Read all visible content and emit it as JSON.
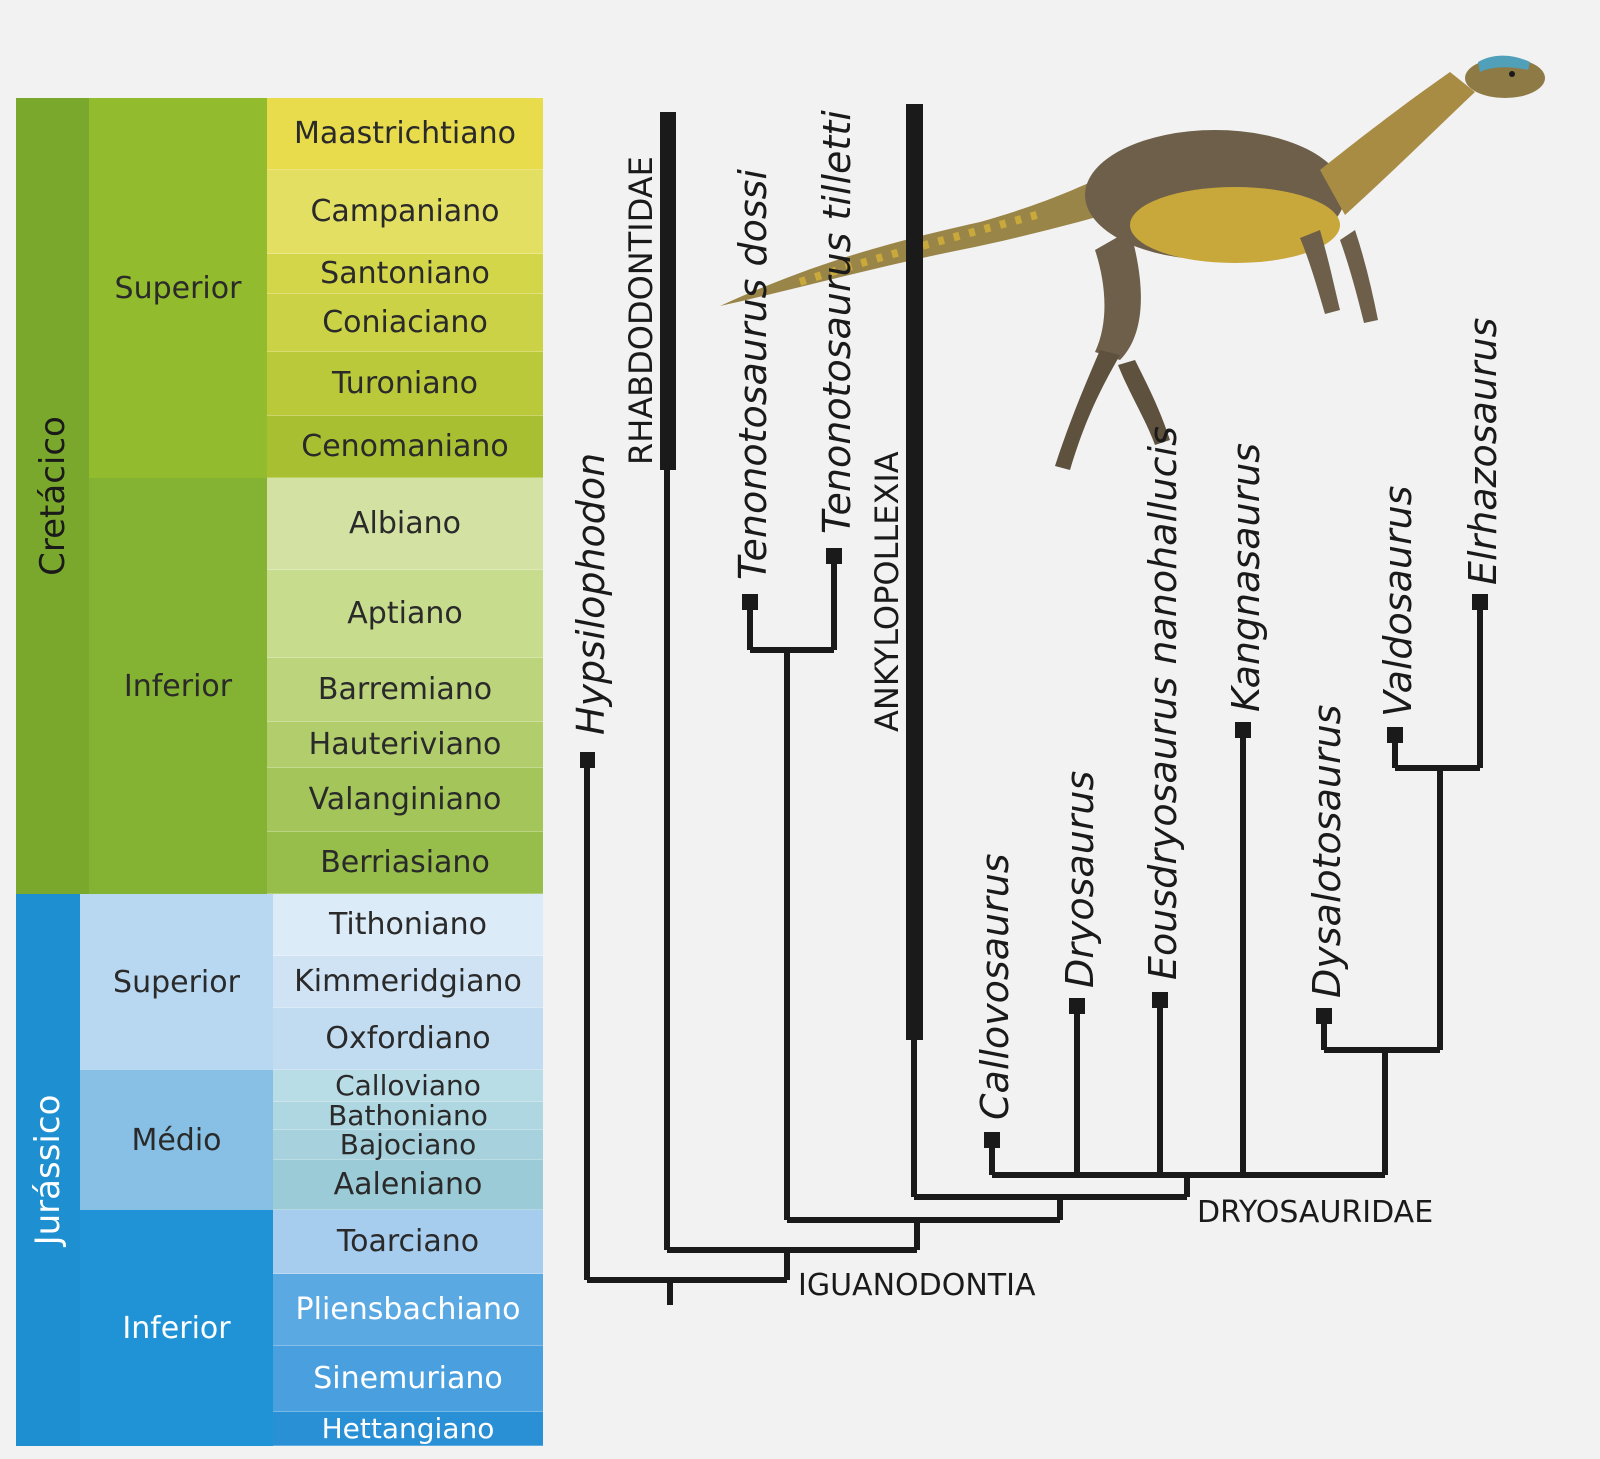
{
  "periods": [
    {
      "id": "cretaceous",
      "label": "Cretácico",
      "color": "#7aa82c",
      "text_color": "#1a1a1a"
    },
    {
      "id": "jurassic",
      "label": "Jurássico",
      "color": "#1e8fd0",
      "text_color": "#ffffff"
    }
  ],
  "epochs": [
    {
      "label": "Superior",
      "period": "cretaceous"
    },
    {
      "label": "Inferior",
      "period": "cretaceous"
    },
    {
      "label": "Superior",
      "period": "jurassic"
    },
    {
      "label": "Médio",
      "period": "jurassic"
    },
    {
      "label": "Inferior",
      "period": "jurassic"
    }
  ],
  "stages": [
    {
      "label": "Maastrichtiano",
      "color": "#e8dc4c"
    },
    {
      "label": "Campaniano",
      "color": "#e3df62"
    },
    {
      "label": "Santoniano",
      "color": "#d4d64a"
    },
    {
      "label": "Coniaciano",
      "color": "#cbd245"
    },
    {
      "label": "Turoniano",
      "color": "#b9c93a"
    },
    {
      "label": "Cenomaniano",
      "color": "#a9bf32"
    },
    {
      "label": "Albiano",
      "color": "#d3e2a2"
    },
    {
      "label": "Aptiano",
      "color": "#c8dc8e"
    },
    {
      "label": "Barremiano",
      "color": "#bcd47c"
    },
    {
      "label": "Hauteriviano",
      "color": "#b1cd6c"
    },
    {
      "label": "Valanginiano",
      "color": "#a3c55a"
    },
    {
      "label": "Berriasiano",
      "color": "#97bd4a"
    },
    {
      "label": "Tithoniano",
      "color": "#dcebf8"
    },
    {
      "label": "Kimmeridgiano",
      "color": "#cfe3f4"
    },
    {
      "label": "Oxfordiano",
      "color": "#c1dbf0"
    },
    {
      "label": "Calloviano",
      "color": "#b9dde6"
    },
    {
      "label": "Bathoniano",
      "color": "#afd7e1"
    },
    {
      "label": "Bajociano",
      "color": "#a6d1dd"
    },
    {
      "label": "Aaleniano",
      "color": "#9ccbd8"
    },
    {
      "label": "Toarciano",
      "color": "#a7cdee"
    },
    {
      "label": "Pliensbachiano",
      "color": "#5ba9e2"
    },
    {
      "label": "Sinemuriano",
      "color": "#4aa0de"
    },
    {
      "label": "Hettangiano",
      "color": "#2a90d6"
    }
  ],
  "taxa": {
    "hypsilophodon": "Hypsilophodon",
    "rhabdodontidae": "RHABDODONTIDAE",
    "tenontosaurus_dossi": "Tenonotosaurus dossi",
    "tenontosaurus_tilletti": "Tenonotosaurus tilletti",
    "ankylopollexia": "ANKYLOPOLLEXIA",
    "callovosaurus": "Callovosaurus",
    "dryosaurus": "Dryosaurus",
    "eousdryosaurus": "Eousdryosaurus nanohallucis",
    "kangnasaurus": "Kangnasaurus",
    "dysalotosaurus": "Dysalotosaurus",
    "valdosaurus": "Valdosaurus",
    "elrhazosaurus": "Elrhazosaurus"
  },
  "clades": {
    "iguanodontia": "IGUANODONTIA",
    "dryosauridae": "DRYOSAURIDAE"
  },
  "colors": {
    "tree_line": "#1a1a1a",
    "highlight": "#d81e1e",
    "dino_body": "#6e5f4a",
    "dino_belly": "#c8a83a"
  },
  "illustration": {
    "name": "dinosaur-illustration"
  }
}
